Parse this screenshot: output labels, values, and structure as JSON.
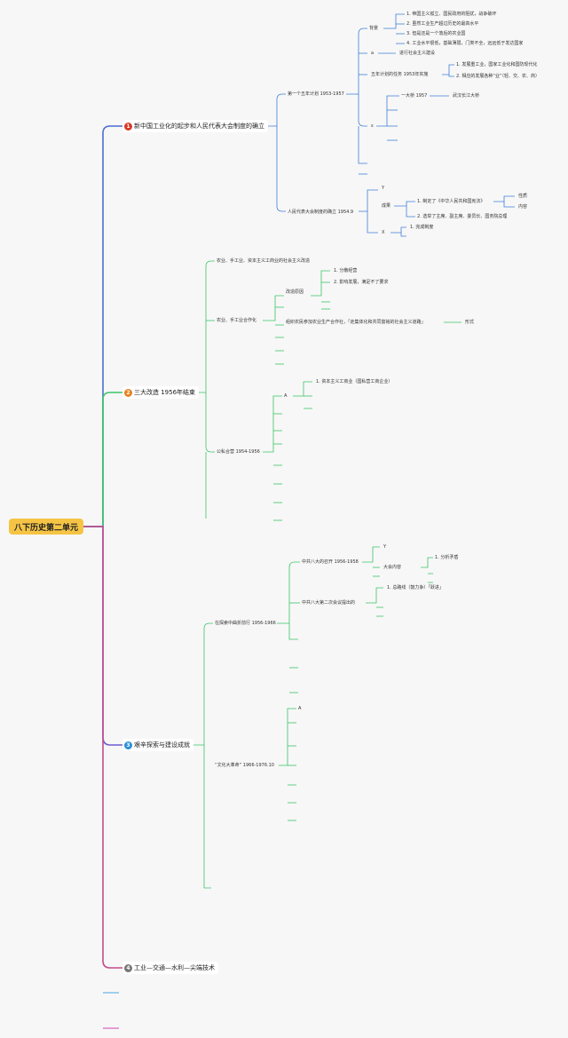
{
  "root": {
    "label": "八下历史第二单元"
  },
  "topics": [
    {
      "num": "1",
      "label": "新中国工业化的起步和人民代表大会制度的确立",
      "color": "#d93a26"
    },
    {
      "num": "2",
      "label": "三大改造 1956年结束",
      "color": "#e8821e"
    },
    {
      "num": "3",
      "label": "艰辛探索与建设成就",
      "color": "#2c8fd6"
    },
    {
      "num": "4",
      "label": "工业—交通—水利—尖端技术",
      "color": "#777777"
    }
  ],
  "nodes": {
    "plan": "第一个五年计划 1953-1957",
    "bg": "背景",
    "bg1": "1. 帝国主义孤立、国民政府的阻扰，战争破坏",
    "bg2": "2. 虽然工业生产超过历史的最高水平",
    "bg3": "3. 但是还是一个落后的农业国",
    "bg4": "4. 工业水平很低，基础薄弱，门类不全，远远低于发达国家",
    "a": "a",
    "a_text": "进行社会主义建设",
    "task": "五年计划的任务 1953年实施",
    "task1": "1. 发展重工业，国家工业化和国防现代化",
    "task2": "2. 相应的发展各种“业”（轻、交、农、商）",
    "s": "s",
    "bridge": "一大桥 1957",
    "bridge_name": "武汉长江大桥",
    "congress": "人民代表大会制度的确立 1954.9",
    "y1": "Y",
    "result": "成果",
    "r1": "1. 制定了《中华人民共和国宪法》",
    "r1a": "性质",
    "r1b": "内容",
    "r2": "2. 选举了主席、副主席、委员长、国务院总理",
    "x1": "X",
    "x1a": "1. 完成制度",
    "transform": "农业、手工业、资本主义工商业的社会主义改造",
    "coop": "农业、手工业合作化",
    "reason": "改造原因",
    "reason1": "1. 分散经营",
    "reason2": "2. 影响发展，满足不了要求",
    "org": "组织农民参加农业生产合作社，「走集体化和共同富裕的社会主义道路」",
    "form": "形式",
    "pp": "公私合营 1954-1956",
    "A2": "A",
    "A2a": "1. 资本主义工商业（国私营工商企业）",
    "explore": "在探索中曲折前行 1956-1966",
    "eighth": "中共八大的召开 1956-1958",
    "y2": "Y",
    "meeting": "大会内容",
    "m1": "1. 分析矛盾",
    "eighth2": "中共八大第二次会议提出的",
    "e2a": "1. 总路线（鼓力争）「跃进」",
    "cult": "“文化大革命” 1966-1976.10",
    "A3": "A"
  }
}
